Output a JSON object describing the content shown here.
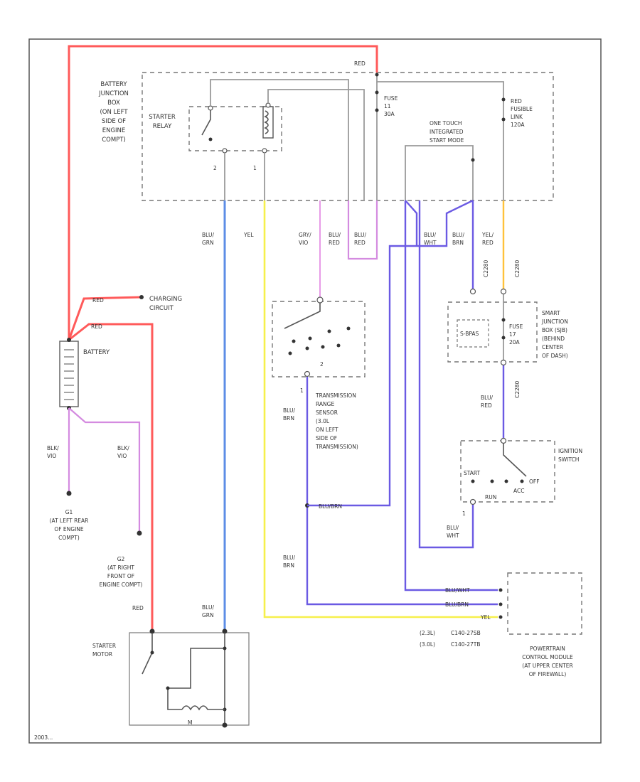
{
  "frame_id": "2003...",
  "components": {
    "battery_junction_box": [
      "BATTERY",
      "JUNCTION",
      "BOX",
      "(ON LEFT",
      "SIDE OF",
      "ENGINE",
      "COMPT)"
    ],
    "starter_relay": [
      "STARTER",
      "RELAY"
    ],
    "fuse_11": [
      "FUSE",
      "11",
      "30A"
    ],
    "fusible_link": [
      "RED",
      "FUSIBLE",
      "LINK",
      "120A"
    ],
    "one_touch": [
      "ONE TOUCH",
      "INTEGRATED",
      "START MODE"
    ],
    "battery": "BATTERY",
    "charging_circuit": [
      "CHARGING",
      "CIRCUIT"
    ],
    "trs": [
      "TRANSMISSION",
      "RANGE",
      "SENSOR",
      "(3.0L",
      "ON LEFT",
      "SIDE OF",
      "TRANSMISSION)"
    ],
    "sjb": [
      "SMART",
      "JUNCTION",
      "BOX (SJB)",
      "(BEHIND",
      "CENTER",
      "OF DASH)"
    ],
    "s_bpas": "S-BPAS",
    "sjb_fuse": [
      "FUSE",
      "17",
      "20A"
    ],
    "ignition_switch": [
      "IGNITION",
      "SWITCH"
    ],
    "ign_positions": [
      "START",
      "RUN",
      "OFF",
      "ACC"
    ],
    "g1": [
      "G1",
      "(AT LEFT REAR",
      "OF ENGINE",
      "COMPT)"
    ],
    "g2": [
      "G2",
      "(AT RIGHT",
      "FRONT OF",
      "ENGINE COMPT)"
    ],
    "starter_motor": [
      "STARTER",
      "MOTOR"
    ],
    "m_label": "M",
    "pcm": [
      "POWERTRAIN",
      "CONTROL MODULE",
      "(AT UPPER CENTER",
      "OF FIREWALL)"
    ],
    "pcm_conn": [
      [
        "(2.3L)",
        "C140-27SB"
      ],
      [
        "(3.0L)",
        "C140-27TB"
      ]
    ]
  },
  "pins": {
    "relay_2": "2",
    "relay_1": "1",
    "trs_1": "1",
    "trs_2": "2",
    "ign_1": "1"
  },
  "wires": {
    "red_top": "RED",
    "red_charging": "RED",
    "red_battery": "RED",
    "red_starter": "RED",
    "blu_grn_a": [
      "BLU/",
      "GRN"
    ],
    "yel_a": "YEL",
    "gry_vio": [
      "GRY/",
      "VIO"
    ],
    "blu_red_a": [
      "BLU/",
      "RED"
    ],
    "blu_red_b": [
      "BLU/",
      "RED"
    ],
    "blu_wht_a": [
      "BLU/",
      "WHT"
    ],
    "blu_brn_a": [
      "BLU/",
      "BRN"
    ],
    "yel_red": [
      "YEL/",
      "RED"
    ],
    "blu_vio_g1": [
      "BLK/",
      "VIO"
    ],
    "blu_vio_g2": [
      "BLK/",
      "VIO"
    ],
    "blu_brn_trs": [
      "BLU/",
      "BRN"
    ],
    "blu_brn_b": "BLU/BRN",
    "blu_brn_c": [
      "BLU/",
      "BRN"
    ],
    "blu_red_c": [
      "BLU/",
      "RED"
    ],
    "blu_wht_b": [
      "BLU/",
      "WHT"
    ],
    "blu_grn_b": [
      "BLU/",
      "GRN"
    ],
    "pcm_wht": "BLU/WHT",
    "pcm_brn": "BLU/BRN",
    "pcm_yel": "YEL",
    "c2280_a": "C2280",
    "c2280_b": "C2280",
    "c2280_c": "C2280"
  }
}
